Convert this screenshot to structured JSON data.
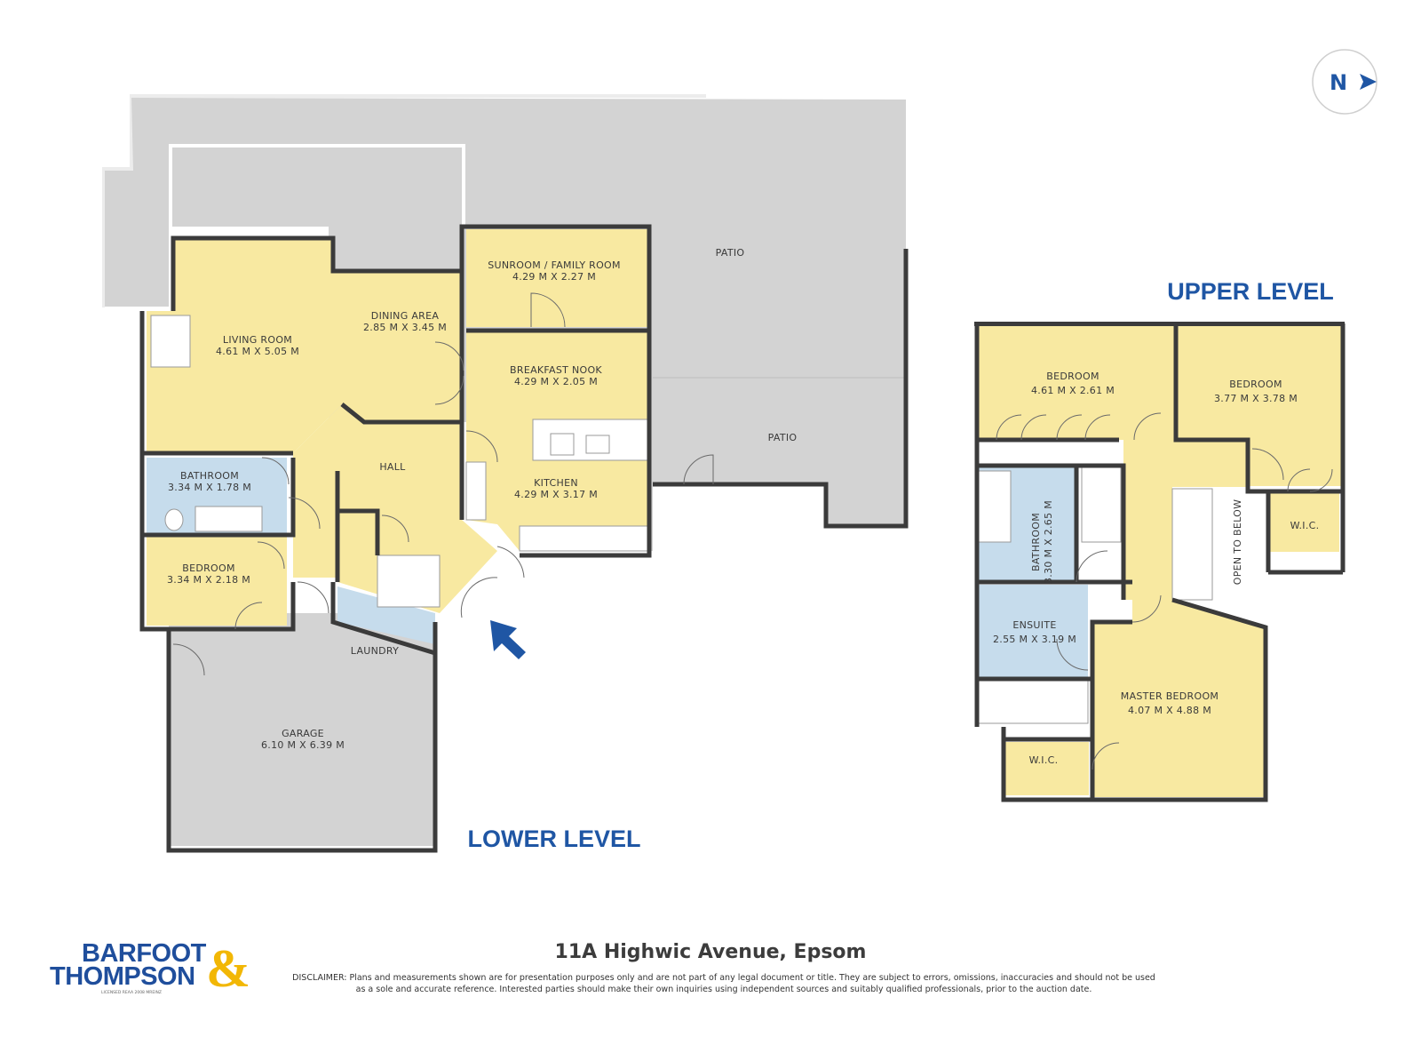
{
  "levels": {
    "lower": "LOWER LEVEL",
    "upper": "UPPER LEVEL"
  },
  "compass": {
    "letter": "N"
  },
  "rooms_lower": {
    "sunroom": {
      "name": "SUNROOM / FAMILY ROOM",
      "dims": "4.29 M X 2.27 M"
    },
    "living": {
      "name": "LIVING ROOM",
      "dims": "4.61 M X 5.05 M"
    },
    "dining": {
      "name": "DINING AREA",
      "dims": "2.85 M X 3.45 M"
    },
    "breakfast": {
      "name": "BREAKFAST NOOK",
      "dims": "4.29 M X 2.05 M"
    },
    "kitchen": {
      "name": "KITCHEN",
      "dims": "4.29 M X 3.17 M"
    },
    "hall": {
      "name": "HALL"
    },
    "bathroom": {
      "name": "BATHROOM",
      "dims": "3.34 M X 1.78 M"
    },
    "bedroom": {
      "name": "BEDROOM",
      "dims": "3.34 M X 2.18 M"
    },
    "laundry": {
      "name": "LAUNDRY"
    },
    "garage": {
      "name": "GARAGE",
      "dims": "6.10 M X 6.39 M"
    },
    "patio1": {
      "name": "PATIO"
    },
    "patio2": {
      "name": "PATIO"
    }
  },
  "rooms_upper": {
    "bedroom1": {
      "name": "BEDROOM",
      "dims": "4.61 M X 2.61 M"
    },
    "bedroom2": {
      "name": "BEDROOM",
      "dims": "3.77 M X 3.78 M"
    },
    "bathroom": {
      "name": "BATHROOM",
      "dims": "3.30 M X 2.65 M"
    },
    "open_below": {
      "name": "OPEN TO BELOW"
    },
    "wic1": {
      "name": "W.I.C."
    },
    "ensuite": {
      "name": "ENSUITE",
      "dims": "2.55 M X 3.19 M"
    },
    "master": {
      "name": "MASTER BEDROOM",
      "dims": "4.07 M X 4.88 M"
    },
    "wic2": {
      "name": "W.I.C."
    }
  },
  "footer": {
    "address": "11A Highwic Avenue, Epsom",
    "disclaimer_line1": "DISCLAIMER: Plans and measurements shown are for presentation purposes only and are not part of any legal document or title. They are subject to errors, omissions, inaccuracies and should not be used",
    "disclaimer_line2": "as a sole and accurate reference. Interested parties should make their own inquiries using independent sources and suitably qualified professionals, prior to the auction date.",
    "brand_line1": "BARFOOT",
    "brand_line2": "THOMPSON",
    "brand_amp": "&",
    "brand_licensed": "LICENSED REAA 2008 MREINZ"
  },
  "colors": {
    "room_yellow": "#f8e9a1",
    "wet_blue": "#c6dcec",
    "outdoor_grey": "#d3d3d3",
    "wall": "#3b3b3b",
    "accent_blue": "#1f56a4",
    "brand_gold": "#f2b705"
  }
}
